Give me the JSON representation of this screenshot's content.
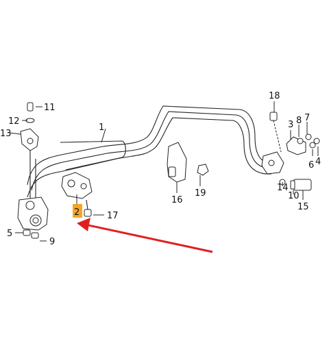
{
  "callouts": [
    {
      "id": "label-1",
      "text": "1"
    },
    {
      "id": "label-2",
      "text": "2"
    },
    {
      "id": "label-3",
      "text": "3"
    },
    {
      "id": "label-4",
      "text": "4"
    },
    {
      "id": "label-5",
      "text": "5"
    },
    {
      "id": "label-6",
      "text": "6"
    },
    {
      "id": "label-7",
      "text": "7"
    },
    {
      "id": "label-8",
      "text": "8"
    },
    {
      "id": "label-9",
      "text": "9"
    },
    {
      "id": "label-10",
      "text": "10"
    },
    {
      "id": "label-11",
      "text": "11"
    },
    {
      "id": "label-12",
      "text": "12"
    },
    {
      "id": "label-13",
      "text": "13"
    },
    {
      "id": "label-14",
      "text": "14"
    },
    {
      "id": "label-15",
      "text": "15"
    },
    {
      "id": "label-16",
      "text": "16"
    },
    {
      "id": "label-17",
      "text": "17"
    },
    {
      "id": "label-18",
      "text": "18"
    },
    {
      "id": "label-19",
      "text": "19"
    }
  ],
  "highlight": {
    "label": "2",
    "color": "#f5a623"
  },
  "arrow": {
    "color": "#e02020"
  }
}
